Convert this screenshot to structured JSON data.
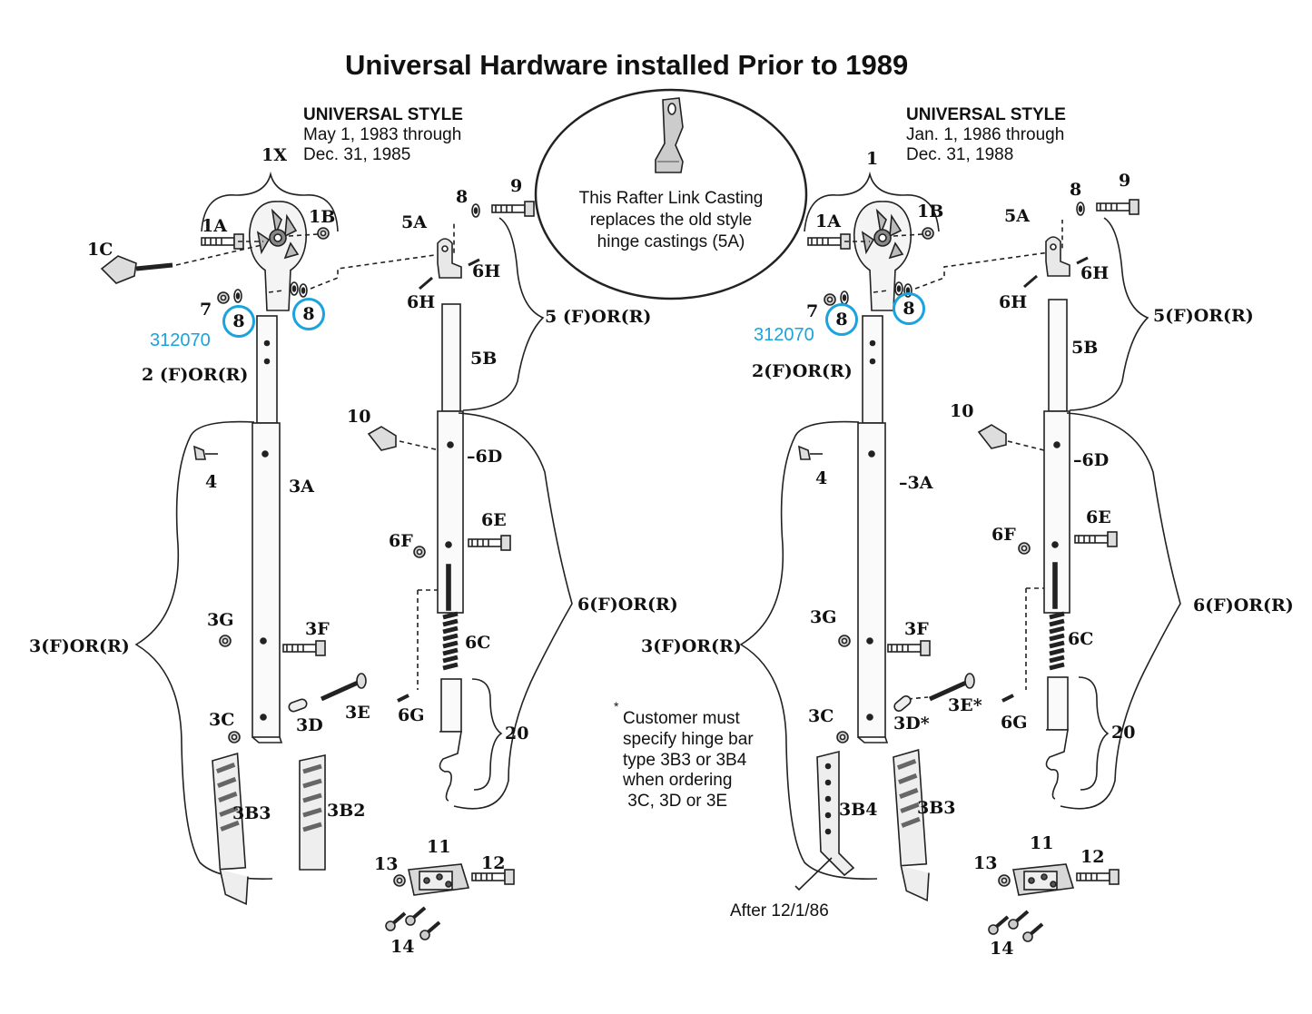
{
  "title": "Universal Hardware installed Prior to 1989",
  "left_heading": {
    "style": "UNIVERSAL STYLE",
    "line1": "May 1, 1983  through",
    "line2": "Dec.  31, 1985"
  },
  "right_heading": {
    "style": "UNIVERSAL STYLE",
    "line1": "Jan. 1, 1986  through",
    "line2": "Dec.  31, 1988"
  },
  "callout": {
    "line1": "This Rafter Link Casting",
    "line2": "replaces the old style",
    "line3": "hinge castings (5A)"
  },
  "note": {
    "star": "*",
    "line1": "Customer must",
    "line2": "specify hinge bar",
    "line3": "type 3B3 or 3B4",
    "line4": "when ordering",
    "line5": "3C, 3D or 3E"
  },
  "after_note": "After 12/1/86",
  "part_number": "312070",
  "accent_color": "#1aa3dc",
  "left_labels": {
    "l1X": "1X",
    "l1A": "1A",
    "l1B": "1B",
    "l1C": "1C",
    "l7": "7",
    "l8a": "8",
    "l8b": "8",
    "l2": "2 (F)OR(R)",
    "l4": "4",
    "l3A": "3A",
    "l3G": "3G",
    "l3F": "3F",
    "l3": "3(F)OR(R)",
    "l3C": "3C",
    "l3D": "3D",
    "l3E": "3E",
    "l3B3": "3B3",
    "l3B2": "3B2",
    "l8c": "8",
    "l9": "9",
    "l5A": "5A",
    "l6Ha": "6H",
    "l6Hb": "6H",
    "l5": "5 (F)OR(R)",
    "l5B": "5B",
    "l10": "10",
    "l6D": "6D",
    "l6E": "6E",
    "l6F": "6F",
    "l6": "6(F)OR(R)",
    "l6C": "6C",
    "l6G": "6G",
    "l20": "20",
    "l11": "11",
    "l12": "12",
    "l13": "13",
    "l14": "14"
  },
  "right_labels": {
    "l1": "1",
    "l1A": "1A",
    "l1B": "1B",
    "l7": "7",
    "l8a": "8",
    "l8b": "8",
    "l2": "2(F)OR(R)",
    "l4": "4",
    "l3A": "3A",
    "l3G": "3G",
    "l3F": "3F",
    "l3": "3(F)OR(R)",
    "l3C": "3C",
    "l3D": "3D*",
    "l3E": "3E*",
    "l3B4": "3B4",
    "l3B3": "3B3",
    "l8c": "8",
    "l9": "9",
    "l5A": "5A",
    "l6Ha": "6H",
    "l6Hb": "6H",
    "l5": "5(F)OR(R)",
    "l5B": "5B",
    "l10": "10",
    "l6D": "6D",
    "l6E": "6E",
    "l6F": "6F",
    "l6": "6(F)OR(R)",
    "l6C": "6C",
    "l6G": "6G",
    "l20": "20",
    "l11": "11",
    "l12": "12",
    "l13": "13",
    "l14": "14"
  }
}
